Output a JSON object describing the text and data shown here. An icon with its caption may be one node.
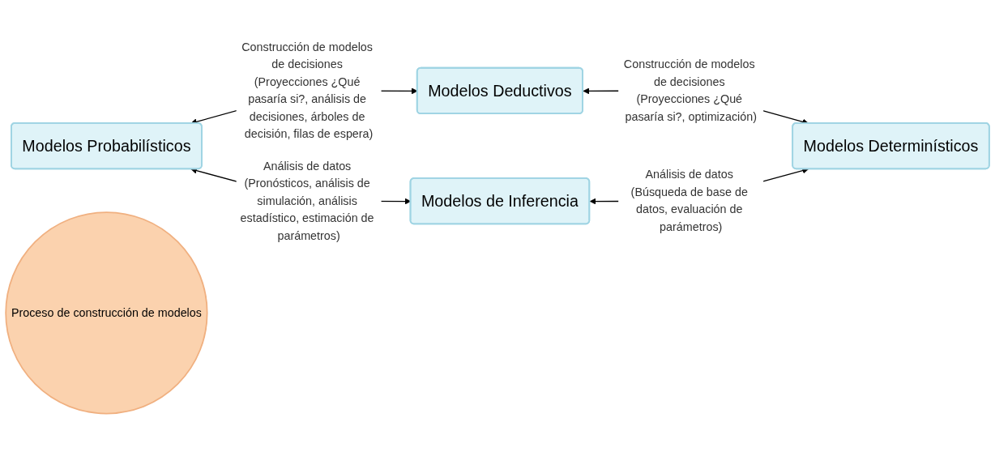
{
  "diagram": {
    "nodes": [
      {
        "text": [
          "Modelos Deductivos"
        ]
      },
      {
        "text": [
          "Modelos Probabilísticos"
        ]
      },
      {
        "text": [
          "Proceso de construcción de modelos"
        ]
      },
      {
        "text": [
          "Modelos Determinísticos"
        ]
      },
      {
        "text": [
          "Modelos de Inferencia"
        ]
      }
    ],
    "edges": [
      {
        "from": 1,
        "to": 0,
        "arrow": "both",
        "label": "Construcción de modelos de decisiones (Proyecciones ¿Qué pasaría si?, análisis de decisiones, árboles de decisión, filas de espera)"
      },
      {
        "from": 0,
        "to": 3,
        "arrow": "both",
        "label": "Construcción de modelos de decisiones (Proyecciones ¿Qué pasaría si?, optimización)"
      },
      {
        "from": 1,
        "to": 4,
        "arrow": "both",
        "label": "Análisis de datos (Pronósticos, análisis de simulación, análisis estadístico, estimación de parámetros)"
      },
      {
        "from": 4,
        "to": 3,
        "arrow": "both",
        "label": "Análisis de datos (Búsqueda de base de datos, evaluación de parámetros)"
      }
    ]
  }
}
